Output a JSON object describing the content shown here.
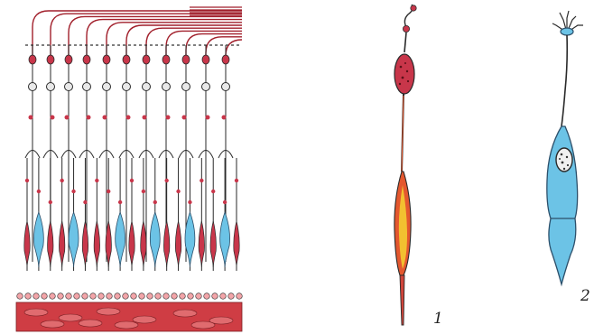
{
  "figure": {
    "panel_labels": {
      "rod": "1",
      "cone": "2"
    },
    "colors": {
      "rod_red": "#c8364a",
      "rod_core_yellow": "#f2c030",
      "rod_orange": "#e4572e",
      "cone_blue": "#6cc3e6",
      "cone_outline": "#2c4f6a",
      "fiber_dark": "#2a2a2a",
      "pigment_epithelium": "#f3a5a9",
      "choroid_red": "#cf3d44",
      "nerve_fiber_red": "#a11f2b"
    },
    "retina_column_types": [
      "rod",
      "cone",
      "rod",
      "rod",
      "cone",
      "rod",
      "rod",
      "rod",
      "cone",
      "rod",
      "rod",
      "cone",
      "rod",
      "rod",
      "cone",
      "rod",
      "rod",
      "cone",
      "rod"
    ]
  }
}
